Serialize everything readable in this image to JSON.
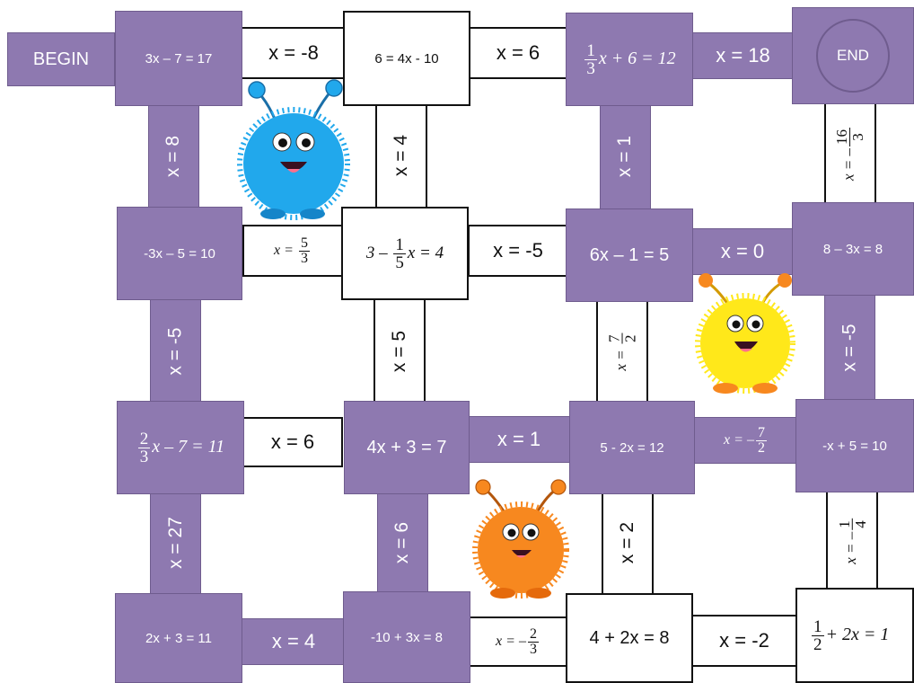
{
  "cells": {
    "begin": "BEGIN",
    "end": "END",
    "r1c1": "3x – 7 = 17",
    "r1c2": "6 = 4x - 10",
    "r1c3": {
      "num": "1",
      "den": "3",
      "rest": "x + 6 = 12"
    },
    "r2c1": "-3x – 5 = 10",
    "r2c2": {
      "pre": "3 – ",
      "num": "1",
      "den": "5",
      "rest": "x = 4"
    },
    "r2c3": "6x – 1 = 5",
    "r2c4": "8 – 3x = 8",
    "r3c1": {
      "num": "2",
      "den": "3",
      "rest": "x – 7 = 11"
    },
    "r3c2": "4x + 3 = 7",
    "r3c3": "5 - 2x = 12",
    "r3c4": "-x + 5 = 10",
    "r4c1": "2x + 3 = 11",
    "r4c2": "-10 + 3x = 8",
    "r4c3": "4 + 2x = 8",
    "r4c4": {
      "num": "1",
      "den": "2",
      "rest": "+ 2x = 1"
    }
  },
  "connectors": {
    "h_begin": "",
    "h1a": "x = -8",
    "h1b": "x = 6",
    "h1c": "x = 18",
    "h2a": {
      "pre": "x = ",
      "num": "5",
      "den": "3"
    },
    "h2b": "x = -5",
    "h2c": "x = 0",
    "h3a": "x = 6",
    "h3b": "x = 1",
    "h3c": {
      "pre": "x = –",
      "num": "7",
      "den": "2"
    },
    "h4a": "x = 4",
    "h4b": {
      "pre": "x = –",
      "num": "2",
      "den": "3"
    },
    "h4c": "x = -2",
    "v1a": "x = 8",
    "v1b": "x = 4",
    "v1c": "x = 1",
    "v1d": {
      "pre": "x = –",
      "num": "16",
      "den": "3"
    },
    "v2a": "x = -5",
    "v2b": "x = 5",
    "v2c": {
      "pre": "x = ",
      "num": "7",
      "den": "2"
    },
    "v2d": "x = -5",
    "v3a": "x = 27",
    "v3b": "x = 6",
    "v3c": "x = 2",
    "v3d": {
      "pre": "x = –",
      "num": "1",
      "den": "4"
    }
  },
  "colors": {
    "purple": "#8e79b0",
    "blue_monster": "#21a8ec",
    "yellow_monster": "#ffe81a",
    "orange_monster": "#f7881f"
  },
  "decorations": [
    "blue-monster-icon",
    "yellow-monster-icon",
    "orange-monster-icon"
  ]
}
